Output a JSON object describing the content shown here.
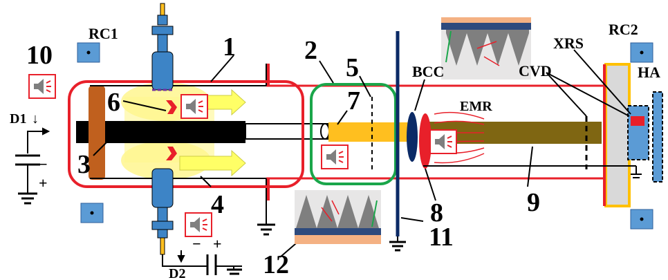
{
  "numbers": {
    "n1": "1",
    "n2": "2",
    "n3": "3",
    "n4": "4",
    "n5": "5",
    "n6": "6",
    "n7": "7",
    "n8": "8",
    "n9": "9",
    "n10": "10",
    "n11": "11",
    "n12": "12"
  },
  "abbreviations": {
    "rc1": "RC1",
    "rc2": "RC2",
    "bcc": "BCC",
    "cvd": "CVD",
    "xrs": "XRS",
    "ha": "HA",
    "emr": "EMR",
    "d1": "D1",
    "d2": "D2"
  },
  "symbols": {
    "minus": "−",
    "plus": "+",
    "arrow_down": "↓"
  },
  "icons": {
    "speaker": "speaker-icon",
    "dot_sensor": "sensor-dot-icon"
  },
  "colors": {
    "chamber_red": "#e8202a",
    "insert_green": "#1aa64a",
    "rod_black": "#000000",
    "beam_orange": "#ffbf1f",
    "target_olive": "#7f6612",
    "electrode_brown": "#c0601e",
    "window_navy": "#0b2a66",
    "window_red": "#e8202a",
    "glow_yellow": "#fff68f",
    "arrow_yellow": "#ffff66",
    "connector_blue": "#3d84c6",
    "sensor_blue": "#5b9bd5",
    "frame_gold": "#ffc000",
    "wall_gray": "#d9d9d9"
  }
}
